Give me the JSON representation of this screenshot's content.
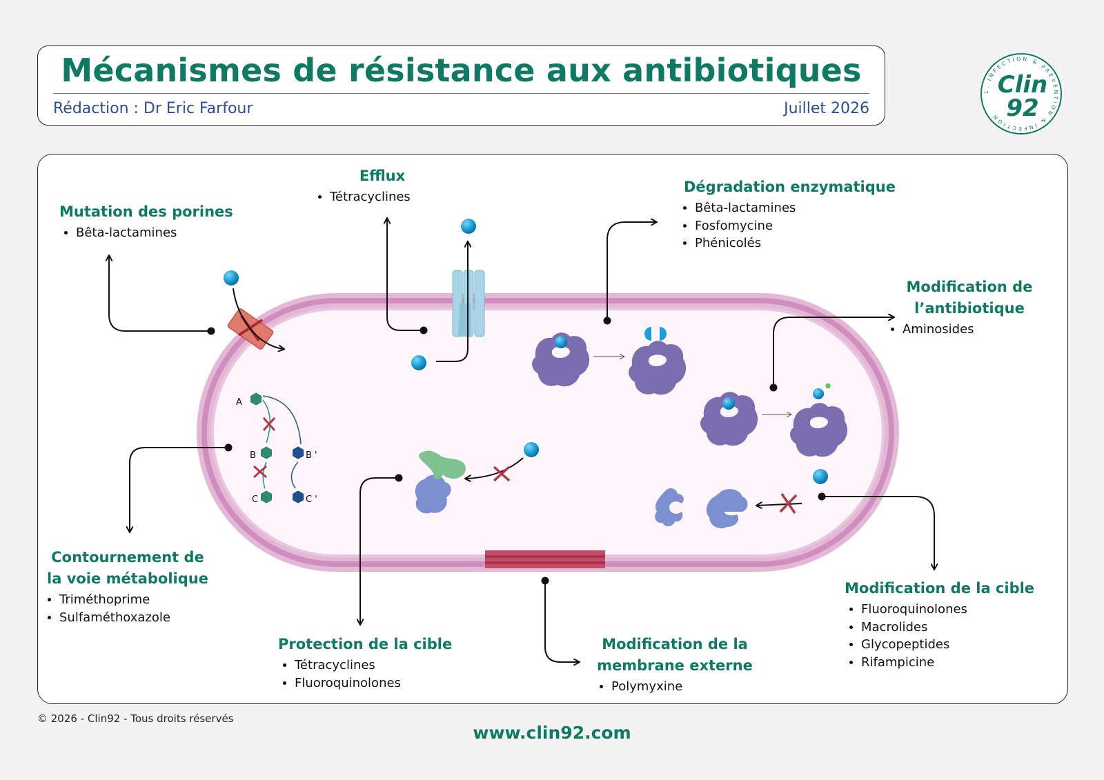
{
  "header": {
    "title": "Mécanismes de résistance aux antibiotiques",
    "author": "Rédaction : Dr Eric Farfour",
    "date": "Juillet 2026"
  },
  "logo": {
    "line1": "Clin",
    "line2": "92",
    "ring_text": "1. INFECTION & PREVENTION & INFECTION"
  },
  "mechanisms": [
    {
      "id": "porins",
      "title": "Mutation des porines",
      "items": [
        "Bêta-lactamines"
      ]
    },
    {
      "id": "efflux",
      "title": "Efflux",
      "items": [
        "Tétracyclines"
      ]
    },
    {
      "id": "enzymatic",
      "title": "Dégradation enzymatique",
      "items": [
        "Bêta-lactamines",
        "Fosfomycine",
        "Phénicolés"
      ]
    },
    {
      "id": "antibiotic-mod",
      "title": "Modification de l’antibiotique",
      "items": [
        "Aminosides"
      ]
    },
    {
      "id": "bypass",
      "title": "Contournement de la voie métabolique",
      "items": [
        "Triméthoprime",
        "Sulfaméthoxazole"
      ]
    },
    {
      "id": "protection",
      "title": "Protection de la cible",
      "items": [
        "Tétracyclines",
        "Fluoroquinolones"
      ]
    },
    {
      "id": "membrane",
      "title": "Modification de la membrane externe",
      "items": [
        "Polymyxine"
      ]
    },
    {
      "id": "target-mod",
      "title": "Modification de la cible",
      "items": [
        "Fluoroquinolones",
        "Macrolides",
        "Glycopeptides",
        "Rifampicine"
      ]
    }
  ],
  "pathway_labels": {
    "a": "A",
    "b": "B",
    "c": "C",
    "b_prime": "B '",
    "c_prime": "C '"
  },
  "footer": {
    "copyright": "© 2026 - Clin92 - Tous droits réservés",
    "website": "www.clin92.com"
  },
  "colors": {
    "title": "#0e7a64",
    "author": "#2a4c9c",
    "antibiotic": "#1a9fd6",
    "enzyme": "#7a6db0",
    "membrane": "#d89cc6",
    "cross": "#b23a48"
  }
}
